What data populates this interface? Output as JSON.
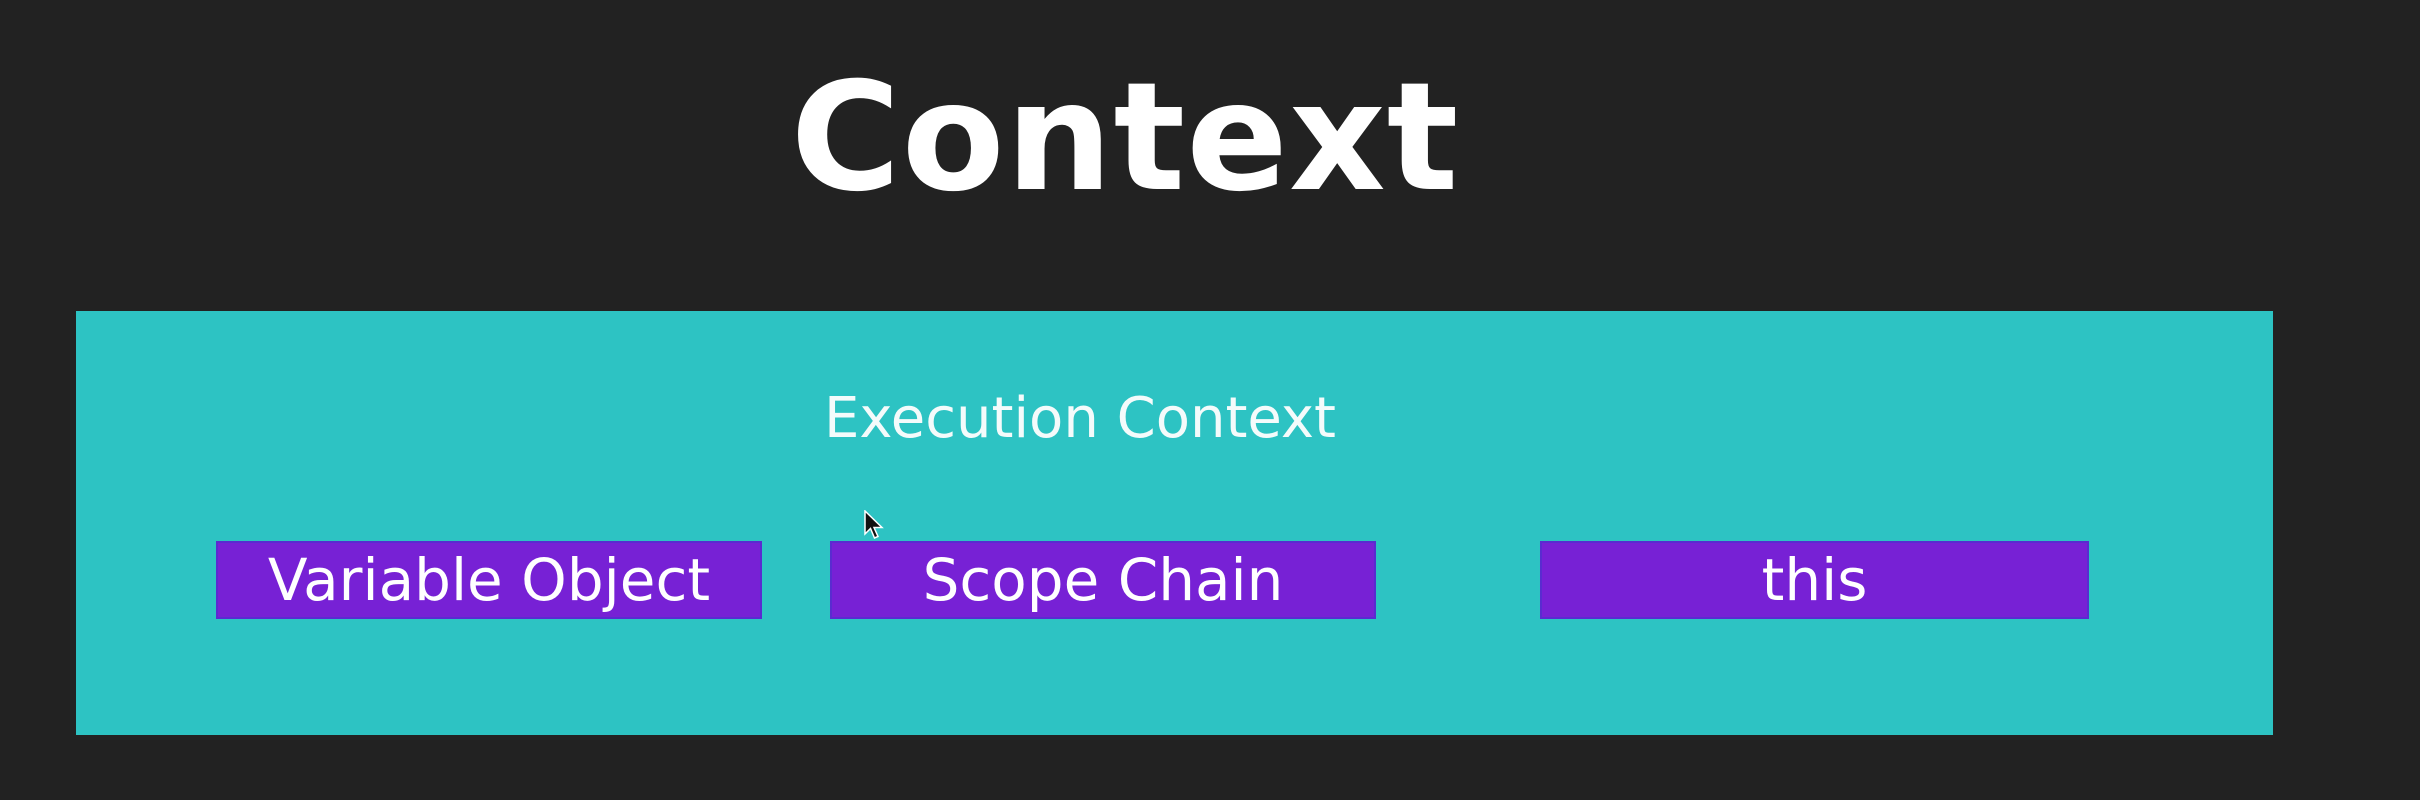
{
  "title": "Context",
  "execution_context": {
    "label": "Execution Context",
    "components": [
      {
        "label": "Variable Object"
      },
      {
        "label": "Scope Chain"
      },
      {
        "label": "this"
      }
    ]
  },
  "colors": {
    "background": "#222222",
    "panel": "#2dc3c3",
    "box": "#7721d5",
    "text": "#ffffff"
  }
}
